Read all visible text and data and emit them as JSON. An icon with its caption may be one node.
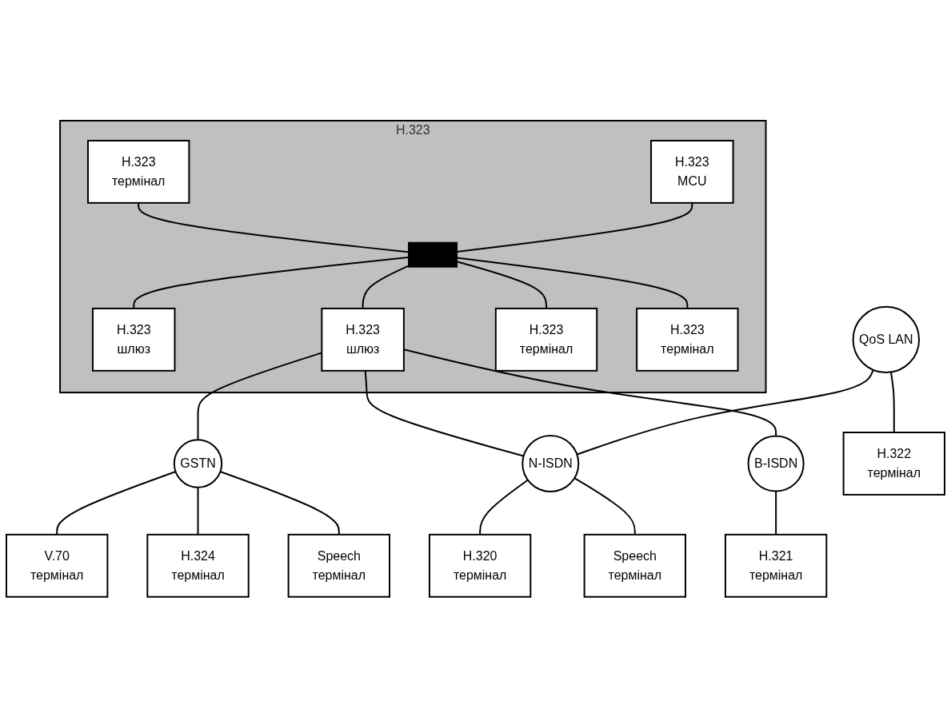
{
  "diagram": {
    "nodes": [
      {
        "text": [
          "H.323"
        ]
      },
      {
        "text": [
          "H.323",
          "термінал"
        ],
        "in": 0
      },
      {
        "text": [
          "H.323",
          "MCU"
        ],
        "in": 0
      },
      {
        "text": [],
        "shape": "bar",
        "in": 0
      },
      {
        "text": [
          "H.323",
          "шлюз"
        ],
        "in": 0
      },
      {
        "text": [
          "H.323",
          "шлюз"
        ],
        "in": 0
      },
      {
        "text": [
          "H.323",
          "термінал"
        ],
        "in": 0
      },
      {
        "text": [
          "H.323",
          "термінал"
        ],
        "in": 0
      },
      {
        "text": [
          "GSTN"
        ]
      },
      {
        "text": [
          "QoS LAN"
        ]
      },
      {
        "text": [
          "N-ISDN"
        ]
      },
      {
        "text": [
          "B-ISDN"
        ]
      },
      {
        "text": [
          "V.70",
          "термінал"
        ]
      },
      {
        "text": [
          "H.324",
          "термінал"
        ]
      },
      {
        "text": [
          "H.322",
          "термінал"
        ]
      },
      {
        "text": [
          "H.320",
          "термінал"
        ]
      },
      {
        "text": [
          "H.321",
          "термінал"
        ]
      },
      {
        "text": [
          "Speech",
          "термінал"
        ]
      },
      {
        "text": [
          "Speech",
          "термінал"
        ]
      }
    ],
    "edges": [
      {
        "from": 1,
        "to": 3,
        "arrow": "none"
      },
      {
        "from": 2,
        "to": 3,
        "arrow": "none"
      },
      {
        "from": 3,
        "to": 4,
        "arrow": "none"
      },
      {
        "from": 3,
        "to": 5,
        "arrow": "none"
      },
      {
        "from": 3,
        "to": 6,
        "arrow": "none"
      },
      {
        "from": 3,
        "to": 7,
        "arrow": "none"
      },
      {
        "from": 5,
        "to": 8,
        "arrow": "none"
      },
      {
        "from": 5,
        "to": 10,
        "arrow": "none"
      },
      {
        "from": 5,
        "to": 11,
        "arrow": "none"
      },
      {
        "from": 9,
        "to": 10,
        "arrow": "none"
      },
      {
        "from": 8,
        "to": 12,
        "arrow": "none"
      },
      {
        "from": 8,
        "to": 13,
        "arrow": "none"
      },
      {
        "from": 8,
        "to": 17,
        "arrow": "none"
      },
      {
        "from": 9,
        "to": 14,
        "arrow": "none"
      },
      {
        "from": 10,
        "to": 15,
        "arrow": "none"
      },
      {
        "from": 10,
        "to": 18,
        "arrow": "none"
      },
      {
        "from": 11,
        "to": 16,
        "arrow": "none"
      }
    ]
  }
}
